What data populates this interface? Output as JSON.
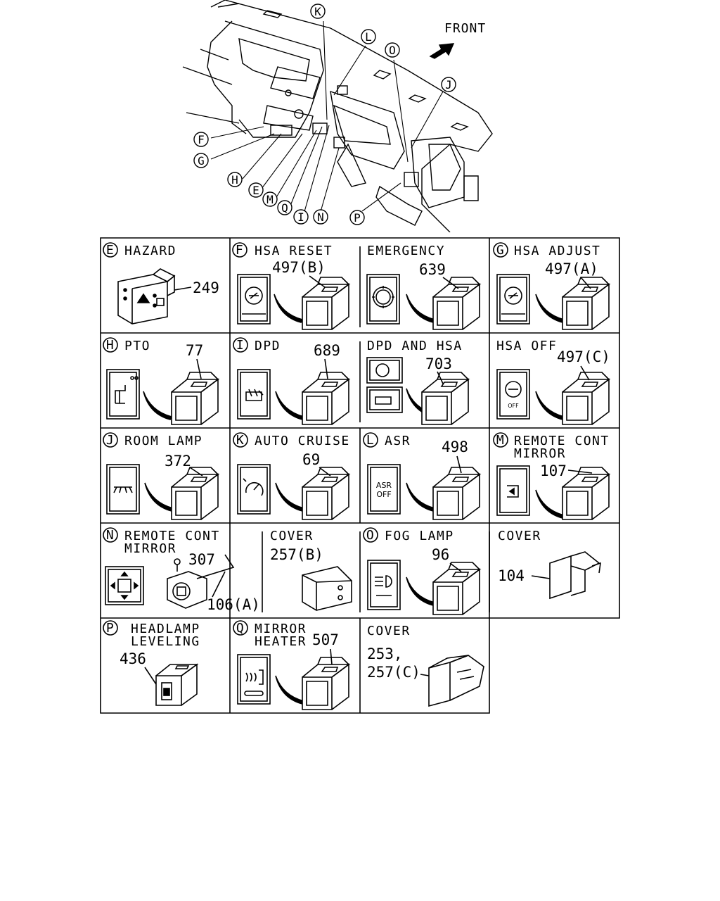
{
  "overview": {
    "front_label": "FRONT",
    "callouts": [
      "K",
      "L",
      "O",
      "J",
      "F",
      "G",
      "H",
      "E",
      "M",
      "Q",
      "I",
      "N",
      "P"
    ]
  },
  "cells": {
    "E": {
      "letter": "E",
      "title": "HAZARD",
      "part": "249"
    },
    "F": {
      "letter": "F",
      "title": "HSA RESET",
      "part": "497(B)"
    },
    "EM": {
      "title": "EMERGENCY",
      "part": "639"
    },
    "G": {
      "letter": "G",
      "title": "HSA ADJUST",
      "part": "497(A)"
    },
    "H": {
      "letter": "H",
      "title": "PTO",
      "part": "77"
    },
    "I": {
      "letter": "I",
      "title": "DPD",
      "part": "689"
    },
    "DH": {
      "title": "DPD AND HSA",
      "part": "703"
    },
    "HO": {
      "title": "HSA OFF",
      "part": "497(C)",
      "icon_text": "OFF"
    },
    "J": {
      "letter": "J",
      "title": "ROOM LAMP",
      "part": "372"
    },
    "K": {
      "letter": "K",
      "title": "AUTO CRUISE",
      "part": "69"
    },
    "L": {
      "letter": "L",
      "title": "ASR",
      "part": "498",
      "icon_text1": "ASR",
      "icon_text2": "OFF"
    },
    "M": {
      "letter": "M",
      "title1": "REMOTE CONT",
      "title2": "MIRROR",
      "part": "107"
    },
    "N": {
      "letter": "N",
      "title1": "REMOTE CONT",
      "title2": "MIRROR",
      "part1": "307",
      "part2": "106(A)"
    },
    "C1": {
      "title": "COVER",
      "part": "257(B)"
    },
    "O": {
      "letter": "O",
      "title": "FOG LAMP",
      "part": "96"
    },
    "C2": {
      "title": "COVER",
      "part": "104"
    },
    "P": {
      "letter": "P",
      "title1": "HEADLAMP",
      "title2": "LEVELING",
      "part": "436"
    },
    "Q": {
      "letter": "Q",
      "title1": "MIRROR",
      "title2": "HEATER",
      "part": "507"
    },
    "C3": {
      "title": "COVER",
      "part1": "253,",
      "part2": "257(C)"
    }
  }
}
